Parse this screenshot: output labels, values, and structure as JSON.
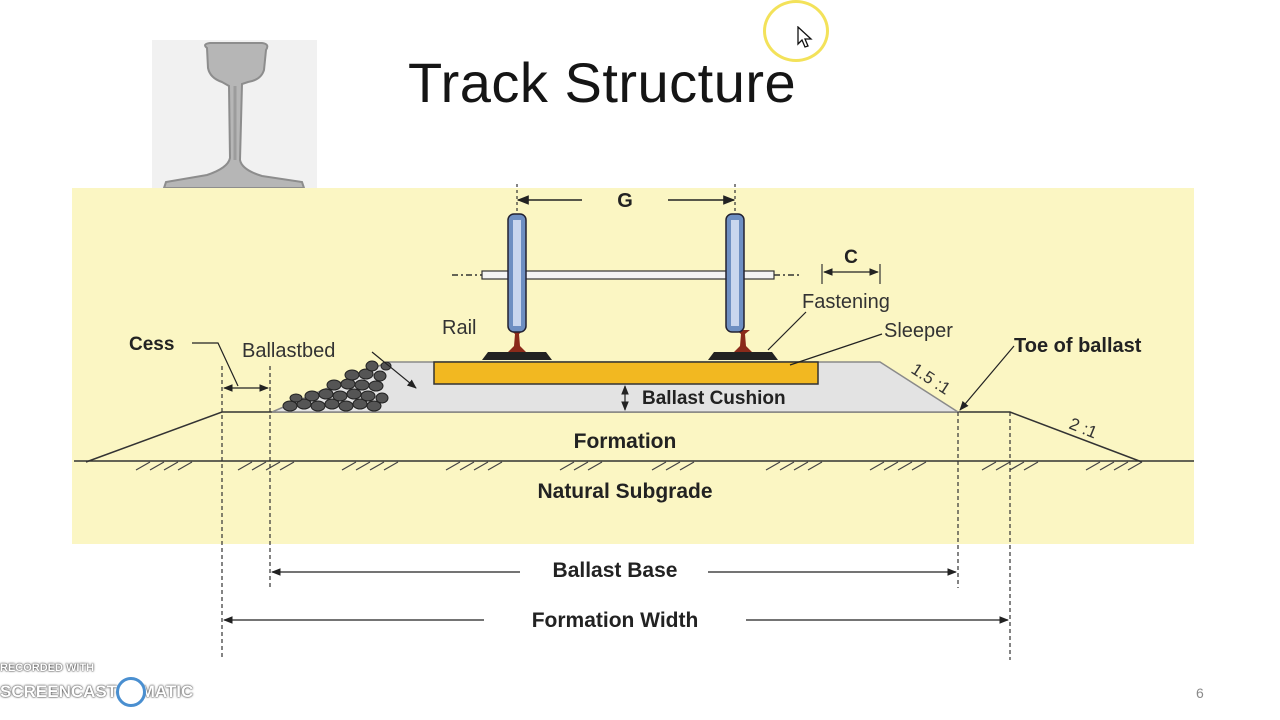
{
  "slide": {
    "title": "Track Structure",
    "number": "6"
  },
  "diagram": {
    "labels": {
      "gauge": "G",
      "clearance": "C",
      "fastening": "Fastening",
      "sleeper": "Sleeper",
      "rail": "Rail",
      "cess": "Cess",
      "ballastbed": "Ballastbed",
      "toe_of_ballast": "Toe of ballast",
      "ballast_slope": "1.5 :1",
      "formation_slope": "2 :1",
      "ballast_cushion": "Ballast Cushion",
      "formation": "Formation",
      "natural_subgrade": "Natural Subgrade",
      "ballast_base": "Ballast Base",
      "formation_width": "Formation Width"
    },
    "colors": {
      "background": "#fbf6c3",
      "ballast": "#e3e3e3",
      "sleeper": "#f2b821",
      "rail": "#8a2a1a",
      "wheel": "#6e8fc2"
    }
  },
  "watermark": {
    "line1": "RECORDED WITH",
    "line2": "SCREENCAST-O-MATIC"
  }
}
